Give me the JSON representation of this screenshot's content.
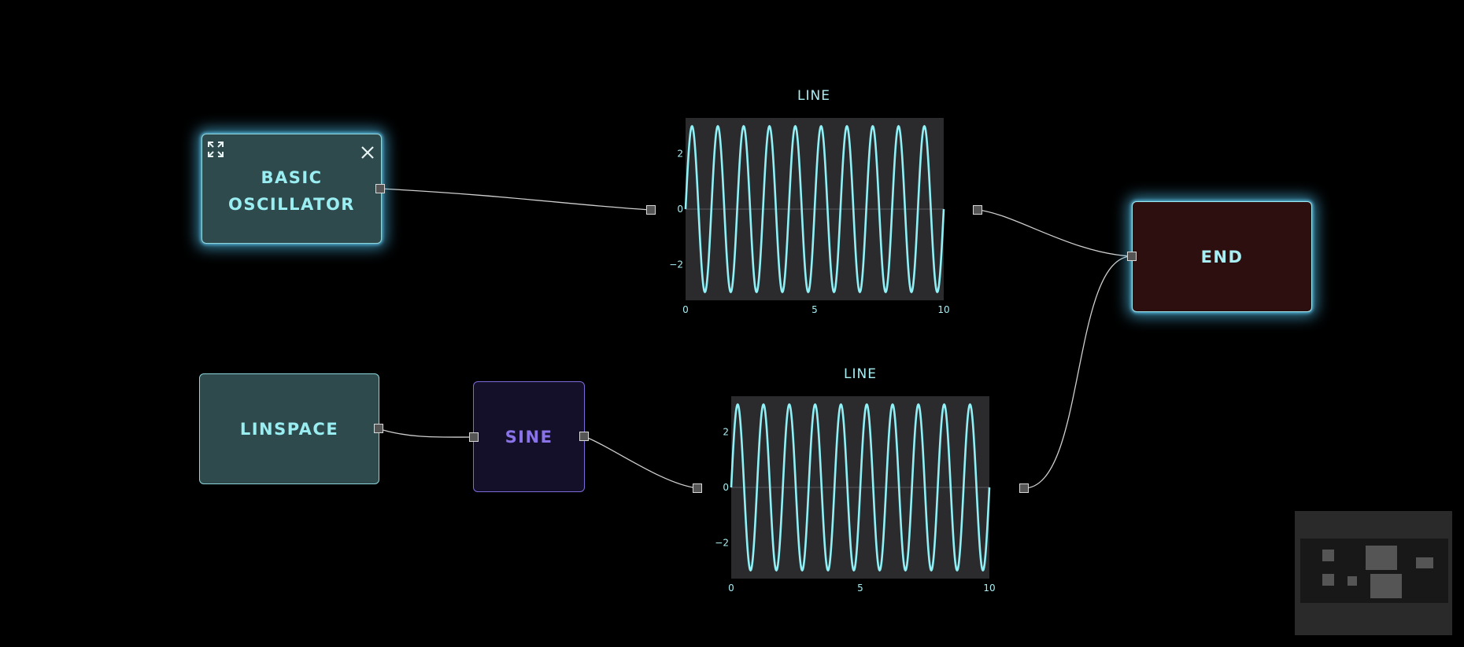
{
  "nodes": {
    "basic_oscillator": {
      "line1": "BASIC",
      "line2": "OSCILLATOR"
    },
    "linspace": {
      "label": "LINSPACE"
    },
    "sine": {
      "label": "SINE"
    },
    "end": {
      "label": "END"
    }
  },
  "plots": {
    "top": {
      "title": "LINE"
    },
    "bottom": {
      "title": "LINE"
    }
  },
  "chart_data": [
    {
      "type": "line",
      "title": "LINE",
      "x_ticks": [
        "0",
        "5",
        "10"
      ],
      "y_ticks": [
        "2",
        "0",
        "−2"
      ],
      "xlim": [
        0,
        10
      ],
      "ylim": [
        -3.3,
        3.3
      ],
      "function": "y = 3*sin(2*pi*x)",
      "amplitude": 3,
      "cycles": 10,
      "phase": "sine",
      "x_values": [
        0,
        1,
        2,
        3,
        4,
        5,
        6,
        7,
        8,
        9,
        10
      ],
      "y_values": [
        0,
        0,
        0,
        0,
        0,
        0,
        0,
        0,
        0,
        0,
        0
      ],
      "colors": {
        "line": "#8ff1f6",
        "bg": "#2b2b2e",
        "zero_line": "#5a5a5f"
      }
    },
    {
      "type": "line",
      "title": "LINE",
      "x_ticks": [
        "0",
        "5",
        "10"
      ],
      "y_ticks": [
        "2",
        "0",
        "−2"
      ],
      "xlim": [
        0,
        10
      ],
      "ylim": [
        -3.3,
        3.3
      ],
      "function": "y = 3*sin(2*pi*x)",
      "amplitude": 3,
      "cycles": 10,
      "phase": "sine",
      "x_values": [
        0,
        1,
        2,
        3,
        4,
        5,
        6,
        7,
        8,
        9,
        10
      ],
      "y_values": [
        0,
        0,
        0,
        0,
        0,
        0,
        0,
        0,
        0,
        0,
        0
      ],
      "colors": {
        "line": "#8ff1f6",
        "bg": "#2b2b2e",
        "zero_line": "#5a5a5f"
      }
    }
  ],
  "icons": {
    "expand": "expand-arrows-icon",
    "close": "close-x-icon"
  },
  "colors": {
    "edge": "#cfcfcf",
    "teal_node": "#2e4a4c",
    "purple_node": "#14102a",
    "end_node": "#2e0f0f",
    "glow": "#50bee9"
  }
}
